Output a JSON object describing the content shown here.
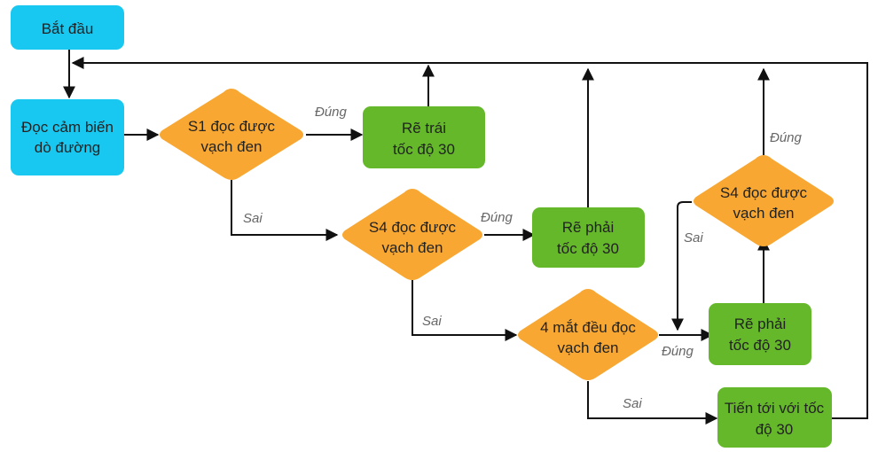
{
  "colors": {
    "start": "#19c8f0",
    "process_blue": "#19c8f0",
    "decision": "#f8a832",
    "action": "#64b82a",
    "line": "#111111",
    "edge_label": "#666666"
  },
  "nodes": {
    "start": {
      "lines": [
        "Bắt đầu"
      ]
    },
    "read_sensor": {
      "lines": [
        "Đọc cảm biến",
        "dò đường"
      ]
    },
    "d1": {
      "lines": [
        "S1 đọc được",
        "vạch đen"
      ]
    },
    "a1": {
      "lines": [
        "Rẽ trái",
        "tốc độ 30"
      ]
    },
    "d2": {
      "lines": [
        "S4 đọc được",
        "vạch đen"
      ]
    },
    "a2": {
      "lines": [
        "Rẽ phải",
        "tốc độ 30"
      ]
    },
    "d3": {
      "lines": [
        "4 mắt đều đọc",
        "vạch đen"
      ]
    },
    "a3": {
      "lines": [
        "Rẽ phải",
        "tốc độ 30"
      ]
    },
    "d4": {
      "lines": [
        "S4 đọc được",
        "vạch đen"
      ]
    },
    "a4": {
      "lines": [
        "Tiến tới với tốc",
        "độ 30"
      ]
    }
  },
  "edge_labels": {
    "d1_yes": "Đúng",
    "d1_no": "Sai",
    "d2_yes": "Đúng",
    "d2_no": "Sai",
    "d3_yes": "Đúng",
    "d3_no": "Sai",
    "d4_yes": "Đúng",
    "d4_no": "Sai"
  }
}
